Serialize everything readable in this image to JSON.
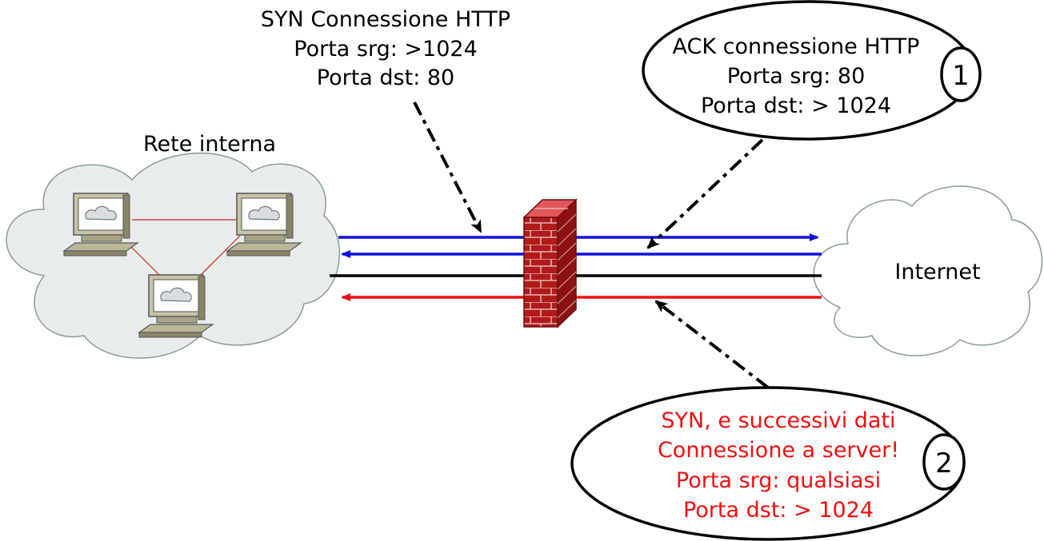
{
  "syn_label": {
    "line1": "SYN Connessione HTTP",
    "line2": "Porta srg: >1024",
    "line3": "Porta dst: 80"
  },
  "ack_label": {
    "line1": "ACK connessione HTTP",
    "line2": "Porta srg: 80",
    "line3": "Porta dst: > 1024",
    "number": "1"
  },
  "attack_label": {
    "line1": "SYN, e successivi dati",
    "line2": "Connessione a server!",
    "line3": "Porta srg: qualsiasi",
    "line4": "Porta dst: > 1024",
    "number": "2"
  },
  "internal_network": {
    "label": "Rete interna"
  },
  "internet": {
    "label": "Internet"
  },
  "colors": {
    "blue_line": "#1111dd",
    "black_line": "#000000",
    "red_line": "#ee1111",
    "firewall": "#b22222",
    "cloud_internal": "#e8ecec",
    "cloud_internet": "#ffffff"
  }
}
